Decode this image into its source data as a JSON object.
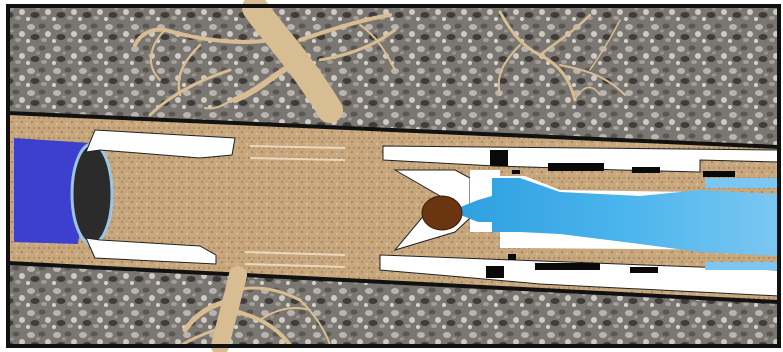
{
  "scene": {
    "description_label": "",
    "colors": {
      "gravel_base": "#7a7672",
      "gravel_light": "#b9b4ae",
      "gravel_dark": "#3f3c39",
      "root": "#d8bd92",
      "pipe_fill": "#c8a77c",
      "pipe_border": "#111111",
      "liner_blue": "#3d3fcf",
      "cap_dark": "#2b2b2b",
      "water": "#3aa8e6",
      "water_light": "#7cc7f2",
      "tool_white": "#ffffff",
      "plug_brown": "#6b3512",
      "pad_black": "#0a0a0a"
    },
    "elements": [
      "gravel-ground",
      "root-system-upper",
      "root-system-lower",
      "sewer-pipe",
      "pipe-liner",
      "liner-end-cap",
      "liner-shroud",
      "cutting-tool",
      "water-jet",
      "debris-plug"
    ]
  }
}
